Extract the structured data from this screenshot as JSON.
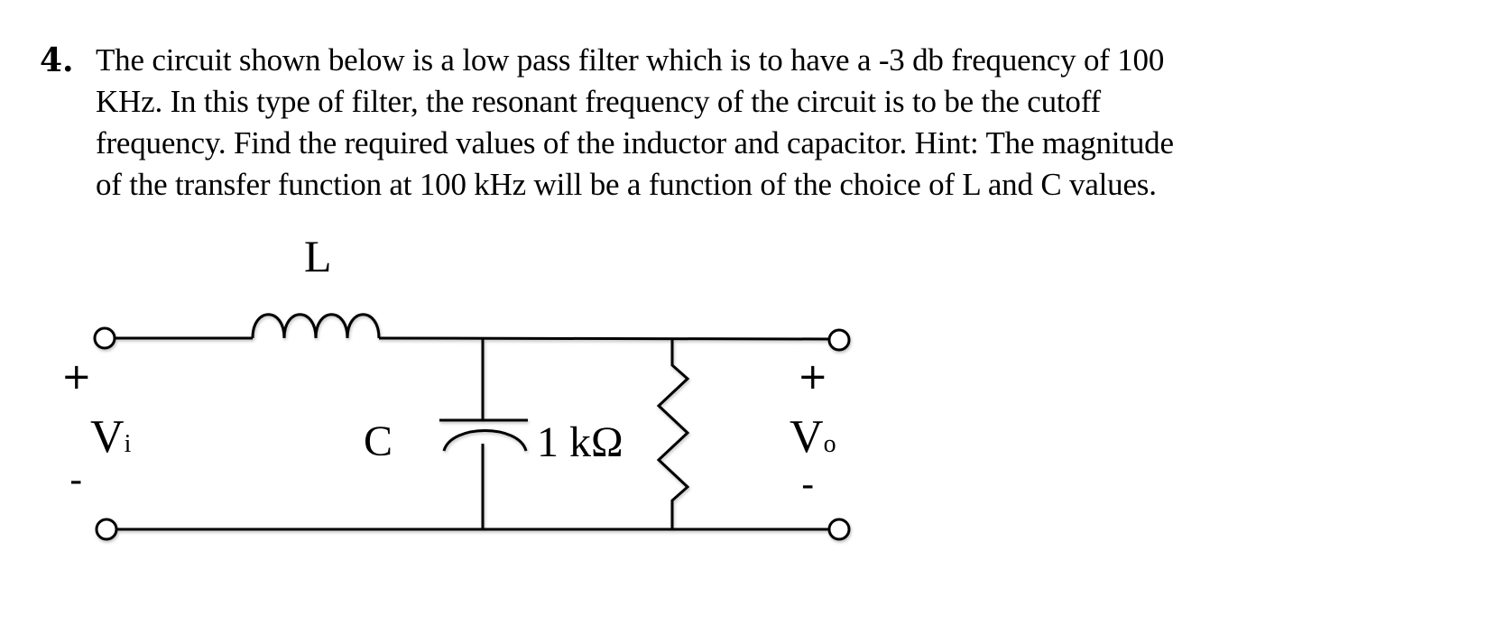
{
  "problem": {
    "number": "4.",
    "lines": [
      "The circuit shown below is a low pass filter which is to have a -3 db frequency of 100",
      "KHz. In this type of filter, the resonant frequency of the circuit is to be the cutoff",
      "frequency. Find the required values of the inductor and capacitor. Hint: The magnitude",
      "of the transfer function at 100 kHz will be a function of the choice of L and C values."
    ]
  },
  "circuit": {
    "inductor_label": "L",
    "capacitor_label": "C",
    "resistor_label": "1 kΩ",
    "input": {
      "plus": "+",
      "minus": "-",
      "symbol": "V",
      "subscript": "i"
    },
    "output": {
      "plus": "+",
      "minus": "-",
      "symbol": "V",
      "subscript": "o"
    }
  }
}
